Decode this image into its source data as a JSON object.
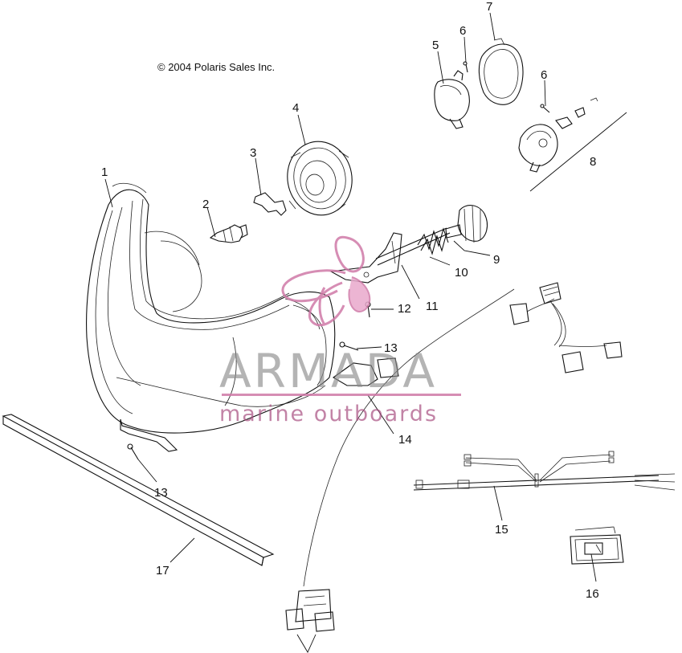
{
  "copyright": "© 2004 Polaris Sales Inc.",
  "watermark": {
    "brand": "ARMADA",
    "tagline": "marine outboards",
    "color": "#a54a7d"
  },
  "callouts": {
    "c1": "1",
    "c2": "2",
    "c3": "3",
    "c4": "4",
    "c5": "5",
    "c6a": "6",
    "c6b": "6",
    "c7": "7",
    "c8": "8",
    "c9": "9",
    "c10": "10",
    "c11": "11",
    "c12": "12",
    "c13a": "13",
    "c13b": "13",
    "c14": "14",
    "c15": "15",
    "c16": "16",
    "c17": "17"
  }
}
